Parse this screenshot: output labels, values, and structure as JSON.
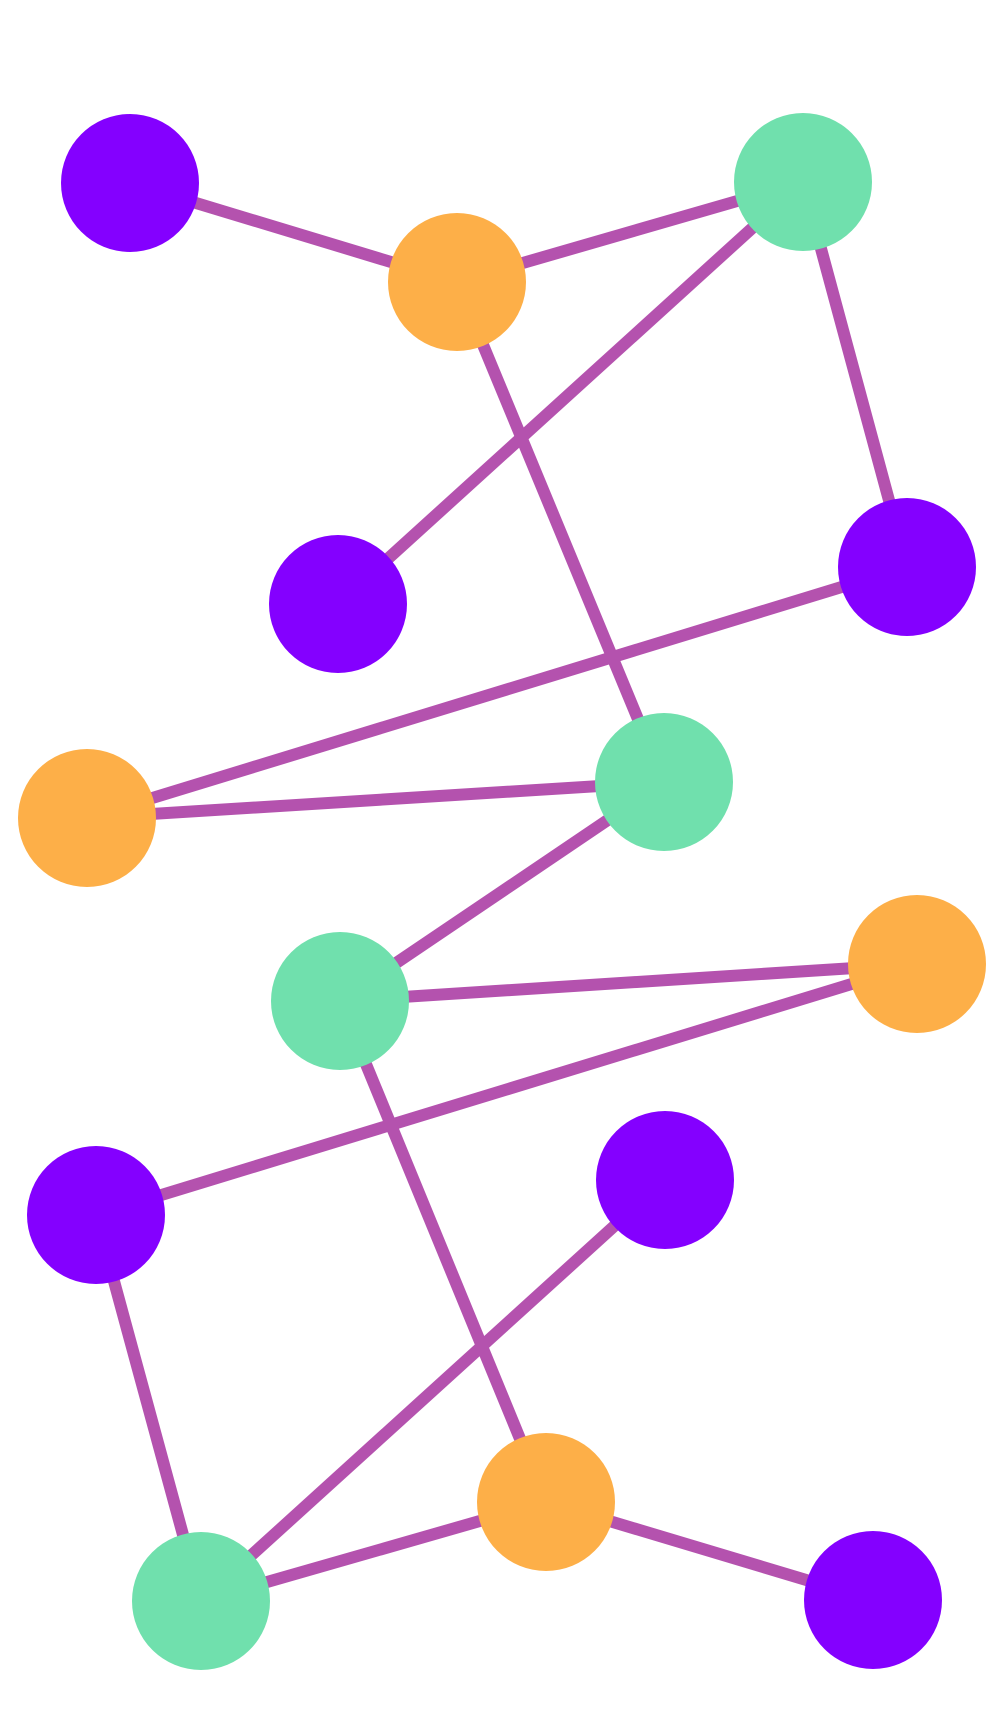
{
  "colors": {
    "background": "#ffffff",
    "edge": "#b452ae",
    "purple": "#8400ff",
    "orange": "#fdaf48",
    "green": "#70e0ad"
  },
  "nodes": [
    {
      "id": "p1",
      "color": "purple"
    },
    {
      "id": "o1",
      "color": "orange"
    },
    {
      "id": "g1",
      "color": "green"
    },
    {
      "id": "p2",
      "color": "purple"
    },
    {
      "id": "p3",
      "color": "purple"
    },
    {
      "id": "o2",
      "color": "orange"
    },
    {
      "id": "g2",
      "color": "green"
    },
    {
      "id": "g3",
      "color": "green"
    },
    {
      "id": "o3",
      "color": "orange"
    },
    {
      "id": "p4",
      "color": "purple"
    },
    {
      "id": "p5",
      "color": "purple"
    },
    {
      "id": "o4",
      "color": "orange"
    },
    {
      "id": "g4",
      "color": "green"
    },
    {
      "id": "p6",
      "color": "purple"
    }
  ],
  "edges": [
    [
      "p1",
      "o1"
    ],
    [
      "o1",
      "g1"
    ],
    [
      "g1",
      "p2"
    ],
    [
      "g1",
      "p3"
    ],
    [
      "o1",
      "g2"
    ],
    [
      "p3",
      "o2"
    ],
    [
      "o2",
      "g2"
    ],
    [
      "g2",
      "g3"
    ],
    [
      "g3",
      "o3"
    ],
    [
      "o3",
      "p4"
    ],
    [
      "g3",
      "o4"
    ],
    [
      "p5",
      "g4"
    ],
    [
      "p4",
      "g4"
    ],
    [
      "g4",
      "o4"
    ],
    [
      "o4",
      "p6"
    ]
  ]
}
